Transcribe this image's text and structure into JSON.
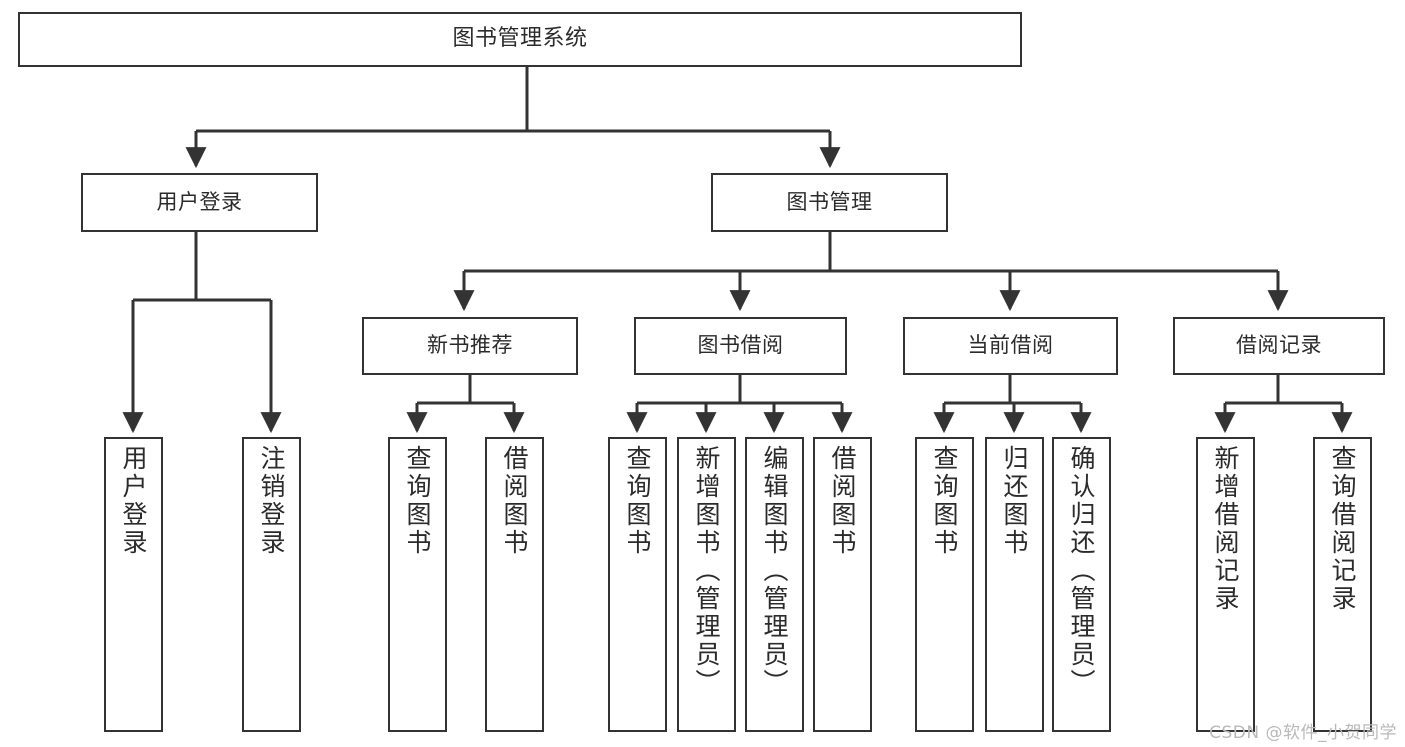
{
  "diagram": {
    "type": "tree",
    "title": "图书管理系统",
    "orientation": "top-down",
    "colors": {
      "background": "#ffffff",
      "node_border": "#333333",
      "node_fill": "#ffffff",
      "text": "#2b2b2b",
      "connector": "#333333",
      "watermark": "#b9b9b9"
    },
    "root": {
      "label": "图书管理系统"
    },
    "level2": [
      {
        "label": "用户登录"
      },
      {
        "label": "图书管理"
      }
    ],
    "level3": [
      {
        "label": "新书推荐"
      },
      {
        "label": "图书借阅"
      },
      {
        "label": "当前借阅"
      },
      {
        "label": "借阅记录"
      }
    ],
    "leaves_user_login": [
      {
        "label": "用户登录"
      },
      {
        "label": "注销登录"
      }
    ],
    "leaves_new_books": [
      {
        "label": "查询图书"
      },
      {
        "label": "借阅图书"
      }
    ],
    "leaves_borrow": [
      {
        "label": "查询图书"
      },
      {
        "label": "新增图书（管理员）"
      },
      {
        "label": "编辑图书（管理员）"
      },
      {
        "label": "借阅图书"
      }
    ],
    "leaves_current": [
      {
        "label": "查询图书"
      },
      {
        "label": "归还图书"
      },
      {
        "label": "确认归还（管理员）"
      }
    ],
    "leaves_records": [
      {
        "label": "新增借阅记录"
      },
      {
        "label": "查询借阅记录"
      }
    ]
  },
  "watermark": {
    "text": "CSDN @软件_小贺同学"
  }
}
